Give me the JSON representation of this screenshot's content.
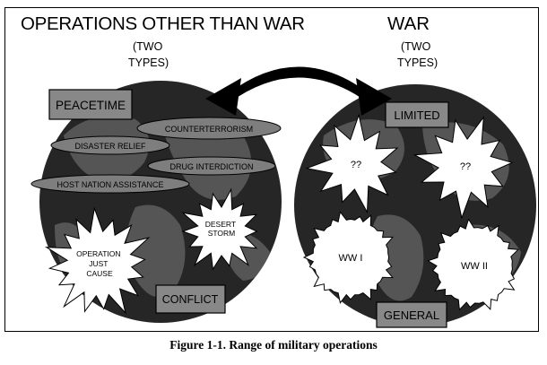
{
  "left": {
    "title": "OPERATIONS OTHER THAN WAR",
    "subtitle_line1": "(TWO",
    "subtitle_line2": "TYPES)",
    "box_top": "PEACETIME",
    "box_bottom": "CONFLICT",
    "ovals": [
      "COUNTERTERRORISM",
      "DISASTER RELIEF",
      "DRUG INTERDICTION",
      "HOST NATION ASSISTANCE"
    ],
    "bursts": {
      "desert_storm": [
        "DESERT",
        "STORM"
      ],
      "just_cause": [
        "OPERATION",
        "JUST",
        "CAUSE"
      ]
    }
  },
  "right": {
    "title": "WAR",
    "subtitle_line1": "(TWO",
    "subtitle_line2": "TYPES)",
    "box_top": "LIMITED",
    "box_bottom": "GENERAL",
    "bursts": {
      "unknown_left": "??",
      "unknown_right": "??",
      "ww1": "WW I",
      "ww2": "WW II"
    }
  },
  "caption": "Figure 1-1.  Range of military operations",
  "colors": {
    "globe": "#262626",
    "land": "#555555",
    "box": "#888888",
    "oval": "#7e7e7e",
    "ink": "#000000",
    "paper": "#ffffff"
  }
}
